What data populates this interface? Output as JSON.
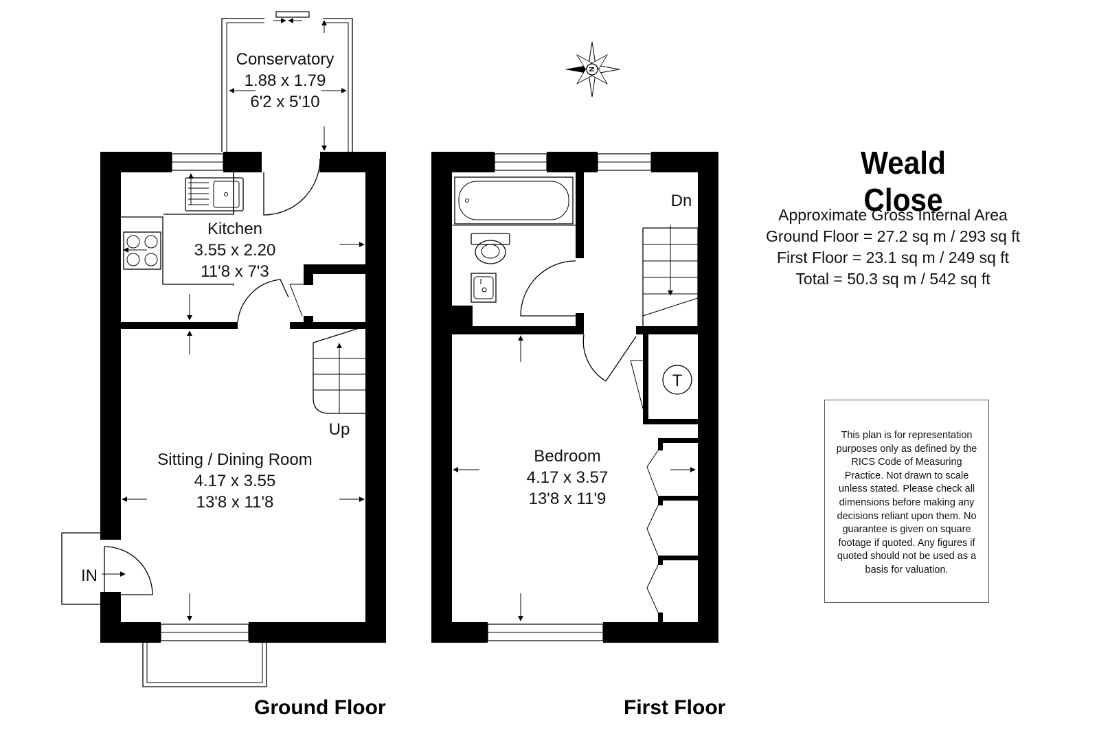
{
  "property": {
    "name": "Weald Close"
  },
  "area_summary": {
    "heading": "Approximate Gross Internal Area",
    "ground_floor": "Ground Floor = 27.2 sq m / 293 sq ft",
    "first_floor": "First Floor = 23.1 sq m / 249 sq ft",
    "total": "Total = 50.3 sq m / 542 sq ft"
  },
  "disclaimer": "This plan is for representation purposes only as defined by the RICS Code of Measuring Practice. Not drawn to scale unless stated. Please check all dimensions before making any decisions reliant upon them. No guarantee is given on square footage if quoted. Any figures if quoted should not be used as a basis for valuation.",
  "floors": {
    "ground": {
      "label": "Ground Floor",
      "rooms": {
        "conservatory": {
          "name": "Conservatory",
          "metric": "1.88 x 1.79",
          "imperial": "6'2 x 5'10"
        },
        "kitchen": {
          "name": "Kitchen",
          "metric": "3.55 x 2.20",
          "imperial": "11'8 x 7'3"
        },
        "sitting": {
          "name": "Sitting / Dining Room",
          "metric": "4.17 x 3.55",
          "imperial": "13'8 x 11'8"
        }
      },
      "stairs_label": "Up",
      "entrance_label": "IN"
    },
    "first": {
      "label": "First Floor",
      "rooms": {
        "bedroom": {
          "name": "Bedroom",
          "metric": "4.17 x 3.57",
          "imperial": "13'8 x 11'9"
        }
      },
      "stairs_label": "Dn",
      "tank_label": "T"
    }
  },
  "compass": {
    "label": "N"
  }
}
